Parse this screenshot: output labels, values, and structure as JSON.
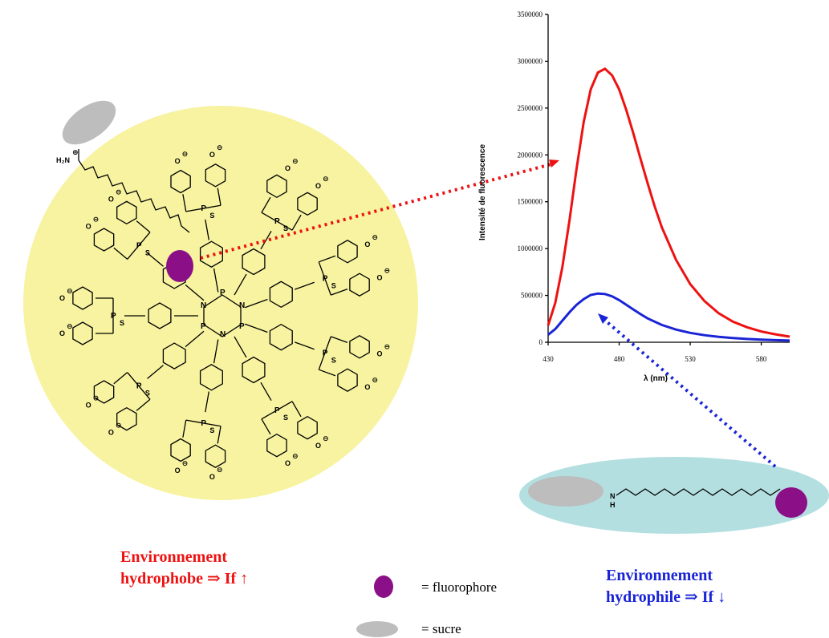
{
  "captions": {
    "left_line1": "Environnement",
    "left_line2": "hydrophobe ⇒ If ↑",
    "right_line1": "Environnement",
    "right_line2": "hydrophile ⇒ If ↓"
  },
  "legend": {
    "fluorophore": "= fluorophore",
    "sucre": "= sucre"
  },
  "chem_labels": {
    "nh2": "H₂N",
    "plus": "⊕",
    "minus": "⊖",
    "o": "O",
    "p": "P",
    "s": "S",
    "n": "N",
    "nh": "N",
    "h": "H"
  },
  "colors": {
    "micelle": "#f7f3a0",
    "hydrophile_zone": "#b3dfe1",
    "fluorophore": "#8b0f87",
    "sugar": "#bdbdbd",
    "curve_hydrophobe": "#ee1111",
    "curve_hydrophile": "#1a24d6"
  },
  "chart_data": {
    "type": "line",
    "xlabel": "λ (nm)",
    "ylabel": "Intensité de fluorescence",
    "xlim": [
      430,
      600
    ],
    "ylim": [
      0,
      3500000
    ],
    "x_ticks": [
      430,
      480,
      530,
      580
    ],
    "y_ticks": [
      0,
      500000,
      1000000,
      1500000,
      2000000,
      2500000,
      3000000,
      3500000
    ],
    "grid": false,
    "series": [
      {
        "color": "#ee1111",
        "x": [
          430,
          435,
          440,
          445,
          450,
          455,
          460,
          465,
          470,
          475,
          480,
          485,
          490,
          495,
          500,
          505,
          510,
          520,
          530,
          540,
          550,
          560,
          570,
          580,
          590,
          600
        ],
        "values": [
          180000,
          420000,
          800000,
          1300000,
          1850000,
          2350000,
          2700000,
          2880000,
          2920000,
          2850000,
          2700000,
          2480000,
          2230000,
          1960000,
          1700000,
          1450000,
          1230000,
          880000,
          620000,
          440000,
          310000,
          220000,
          160000,
          115000,
          85000,
          60000
        ]
      },
      {
        "color": "#1a24d6",
        "x": [
          430,
          435,
          440,
          445,
          450,
          455,
          460,
          465,
          470,
          475,
          480,
          485,
          490,
          495,
          500,
          510,
          520,
          530,
          540,
          550,
          560,
          570,
          580,
          590,
          600
        ],
        "values": [
          80000,
          140000,
          230000,
          320000,
          400000,
          460000,
          505000,
          520000,
          515000,
          490000,
          450000,
          400000,
          350000,
          300000,
          255000,
          185000,
          135000,
          100000,
          75000,
          58000,
          45000,
          35000,
          28000,
          22000,
          18000
        ]
      }
    ]
  }
}
